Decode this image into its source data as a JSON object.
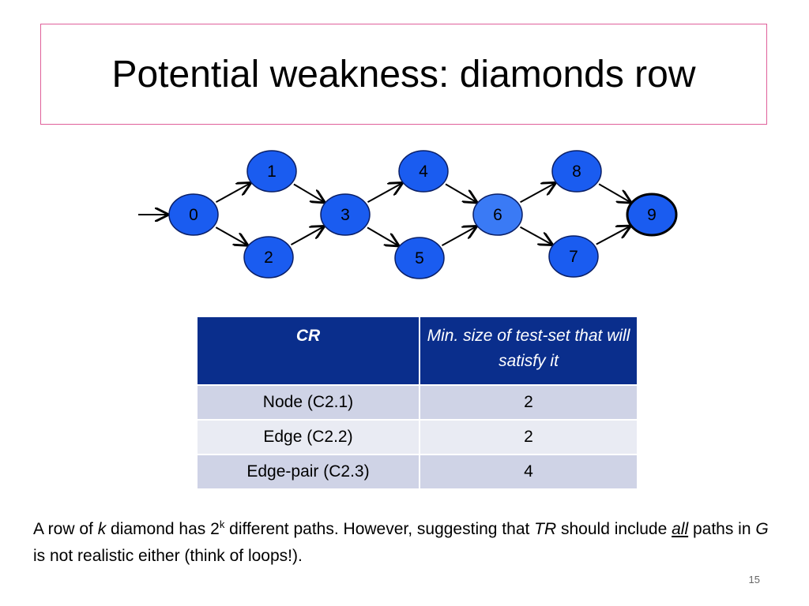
{
  "slide": {
    "title": "Potential weakness: diamonds row",
    "page_number": "15"
  },
  "diagram": {
    "nodes": [
      "0",
      "1",
      "2",
      "3",
      "4",
      "5",
      "6",
      "7",
      "8",
      "9"
    ],
    "edges": [
      [
        "0",
        "1"
      ],
      [
        "0",
        "2"
      ],
      [
        "1",
        "3"
      ],
      [
        "2",
        "3"
      ],
      [
        "3",
        "4"
      ],
      [
        "3",
        "5"
      ],
      [
        "4",
        "6"
      ],
      [
        "5",
        "6"
      ],
      [
        "6",
        "8"
      ],
      [
        "6",
        "7"
      ],
      [
        "8",
        "9"
      ],
      [
        "7",
        "9"
      ]
    ],
    "colors": {
      "node_fill": "#1a5cf0",
      "node_fill_highlight": "#3a7af5",
      "node_stroke": "#0a1f66",
      "edge": "#000000"
    }
  },
  "table": {
    "headers": [
      "CR",
      "Min. size of test-set that will satisfy it"
    ],
    "rows": [
      [
        "Node (C2.1)",
        "2"
      ],
      [
        "Edge (C2.2)",
        "2"
      ],
      [
        "Edge-pair (C2.3)",
        "4"
      ]
    ],
    "colors": {
      "header": "#0a2e8c",
      "row_odd": "#cfd3e6",
      "row_even": "#e9ebf3"
    }
  },
  "note": {
    "p1": "A row of ",
    "k": "k",
    "p2": " diamond has 2",
    "sup": "k",
    "p3": " different paths. However, suggesting that ",
    "tr": "TR",
    "p4": " should include ",
    "all": "all",
    "p5": "  paths in ",
    "g": "G",
    "p6": " is not realistic either (think of loops!)."
  }
}
